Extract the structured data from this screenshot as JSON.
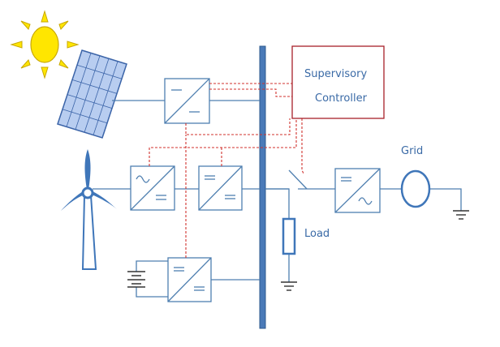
{
  "controller": {
    "line1": "Supervisory",
    "line2": "Controller"
  },
  "labels": {
    "grid": "Grid",
    "load": "Load"
  },
  "colors": {
    "bus": "#4a7ab8",
    "bus_edge": "#2e5a8e",
    "wire": "#4f7fb0",
    "control": "#d0312d",
    "controller_border": "#a8202a",
    "text": "#3a6aa6",
    "sun": "#ffe600",
    "sun_edge": "#c9a800",
    "panel": "#b8cdf0",
    "panel_edge": "#3b64a8",
    "turbine": "#3f76b9",
    "ground": "#333333"
  },
  "icons": {
    "sun": "sun-icon",
    "pv": "solar-panel-icon",
    "wind": "wind-turbine-icon",
    "battery": "battery-icon",
    "ground": "ground-icon"
  }
}
